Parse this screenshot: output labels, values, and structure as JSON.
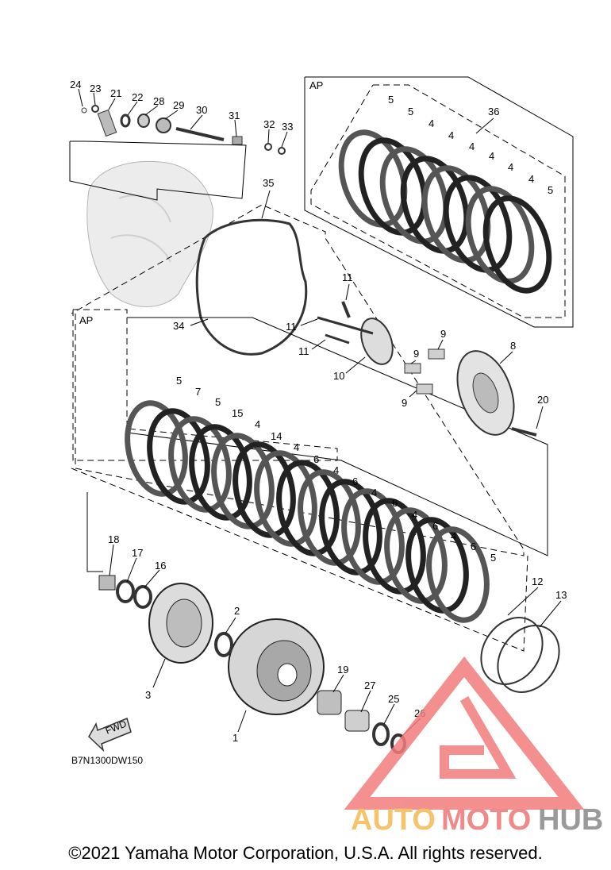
{
  "diagram": {
    "part_code": "B7N1300DW150",
    "fwd_label": "FWD",
    "assy_labels": [
      "AP",
      "AP"
    ],
    "callouts": {
      "c1": "1",
      "c2": "2",
      "c3": "3",
      "c4a": "4",
      "c4b": "4",
      "c4c": "4",
      "c4d": "4",
      "c4e": "4",
      "c5a": "5",
      "c5b": "5",
      "c5c": "5",
      "c6a": "6",
      "c6b": "6",
      "c6c": "6",
      "c6d": "6",
      "c6e": "6",
      "c7": "7",
      "c8": "8",
      "c9a": "9",
      "c9b": "9",
      "c9c": "9",
      "c10": "10",
      "c11a": "11",
      "c11b": "11",
      "c11c": "11",
      "c12": "12",
      "c13": "13",
      "c14": "14",
      "c15": "15",
      "c16": "16",
      "c17": "17",
      "c18": "18",
      "c19": "19",
      "c20": "20",
      "c21": "21",
      "c22": "22",
      "c23": "23",
      "c24": "24",
      "c25": "25",
      "c26": "26",
      "c27": "27",
      "c28": "28",
      "c29": "29",
      "c30": "30",
      "c31": "31",
      "c32": "32",
      "c33": "33",
      "c34": "34",
      "c35": "35",
      "c36": "36",
      "ap4a": "4",
      "ap4b": "4",
      "ap4c": "4",
      "ap4d": "4",
      "ap4e": "4",
      "ap4f": "4",
      "ap5a": "5",
      "ap5b": "5",
      "ap5c": "5"
    }
  },
  "watermark": {
    "brand_auto": "AUTO",
    "brand_moto": "MOTO",
    "brand_hub": "HUB",
    "colors": {
      "auto": "#f6c36a",
      "moto": "#f08a8a",
      "hub": "#9a9a9a",
      "triangle": "#f27c7c"
    }
  },
  "footer": {
    "copyright": "©2021 Yamaha Motor Corporation, U.S.A. All rights reserved."
  }
}
